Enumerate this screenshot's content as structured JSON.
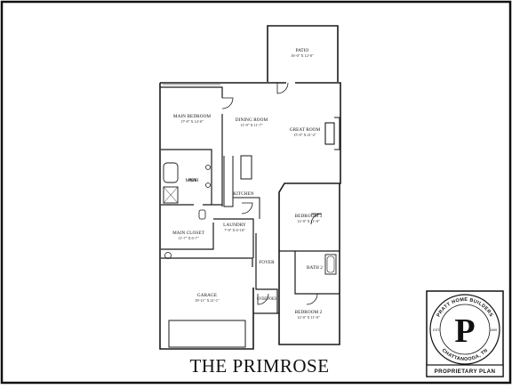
{
  "plan_title": "THE PRIMROSE",
  "rooms": [
    {
      "id": "patio",
      "name": "PATIO",
      "dims": "16'-0\" X 12'-0\""
    },
    {
      "id": "main-bedroom",
      "name": "MAIN BEDROOM",
      "dims": "17'-0\" X 14'-0\""
    },
    {
      "id": "dining-room",
      "name": "DINING ROOM",
      "dims": "11'-9\" X 11'-7\""
    },
    {
      "id": "great-room",
      "name": "GREAT ROOM",
      "dims": "15'-0\" X 21'-2\""
    },
    {
      "id": "main-bath",
      "name": "MAIN BATH",
      "dims": ""
    },
    {
      "id": "kitchen",
      "name": "KITCHEN",
      "dims": ""
    },
    {
      "id": "bedroom-3",
      "name": "BEDROOM 3",
      "dims": "12'-0\" X 11'-0\""
    },
    {
      "id": "main-closet",
      "name": "MAIN CLOSET",
      "dims": "11'-7\" X 6'-7\""
    },
    {
      "id": "laundry",
      "name": "LAUNDRY",
      "dims": "7'-0\" X 6'-10\""
    },
    {
      "id": "foyer",
      "name": "FOYER",
      "dims": ""
    },
    {
      "id": "bath-2",
      "name": "BATH 2",
      "dims": ""
    },
    {
      "id": "garage",
      "name": "GARAGE",
      "dims": "19'-11\" X 21'-1\""
    },
    {
      "id": "covered-porch",
      "name": "COVERED PORCH",
      "dims": ""
    },
    {
      "id": "bedroom-2",
      "name": "BEDROOM 2",
      "dims": "12'-0\" X 11'-0\""
    }
  ],
  "logo": {
    "ring_top": "PRATT HOME BUILDERS",
    "ring_bottom": "CHATTANOOGA, TN",
    "est_left": "EST.",
    "est_right": "1999",
    "letter": "P",
    "banner": "PROPRIETARY PLAN"
  },
  "colors": {
    "line": "#1a1a1a",
    "background": "#ffffff"
  }
}
